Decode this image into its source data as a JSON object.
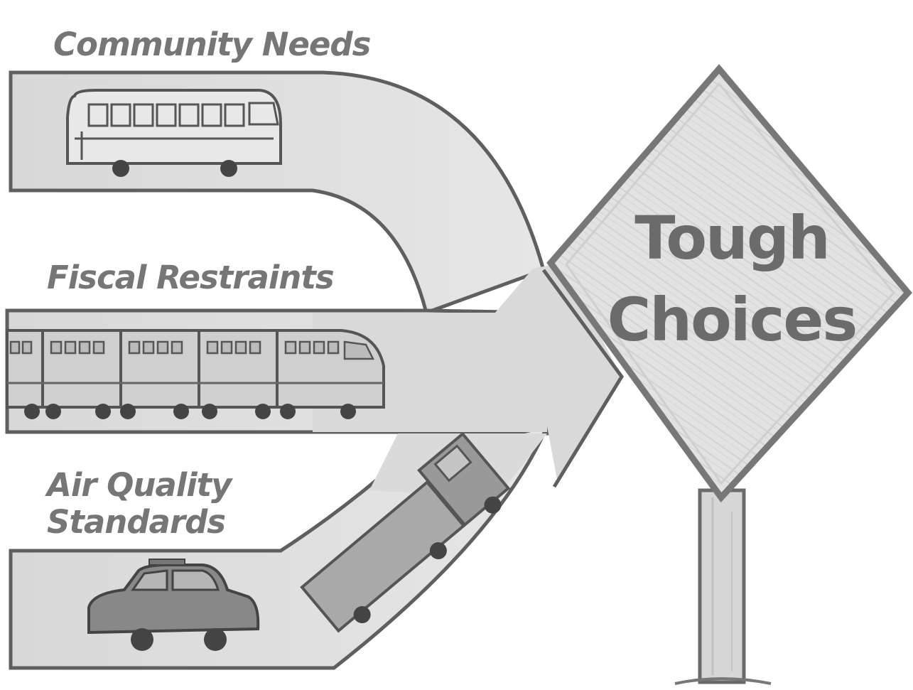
{
  "roads": [
    {
      "label": "Community Needs",
      "vehicle": "bus-icon"
    },
    {
      "label": "Fiscal Restraints",
      "vehicle": "train-icon"
    },
    {
      "label_lines": [
        "Air Quality",
        "Standards"
      ],
      "vehicle": "car-icon"
    }
  ],
  "merge_vehicle": "truck-icon",
  "sign": {
    "lines": [
      "Tough",
      "Choices"
    ]
  },
  "colors": {
    "road_fill": "#dedede",
    "road_edge": "#5f5f5f",
    "sign_fill": "#e4e4e4",
    "sign_border": "#777777",
    "text": "#767676"
  }
}
